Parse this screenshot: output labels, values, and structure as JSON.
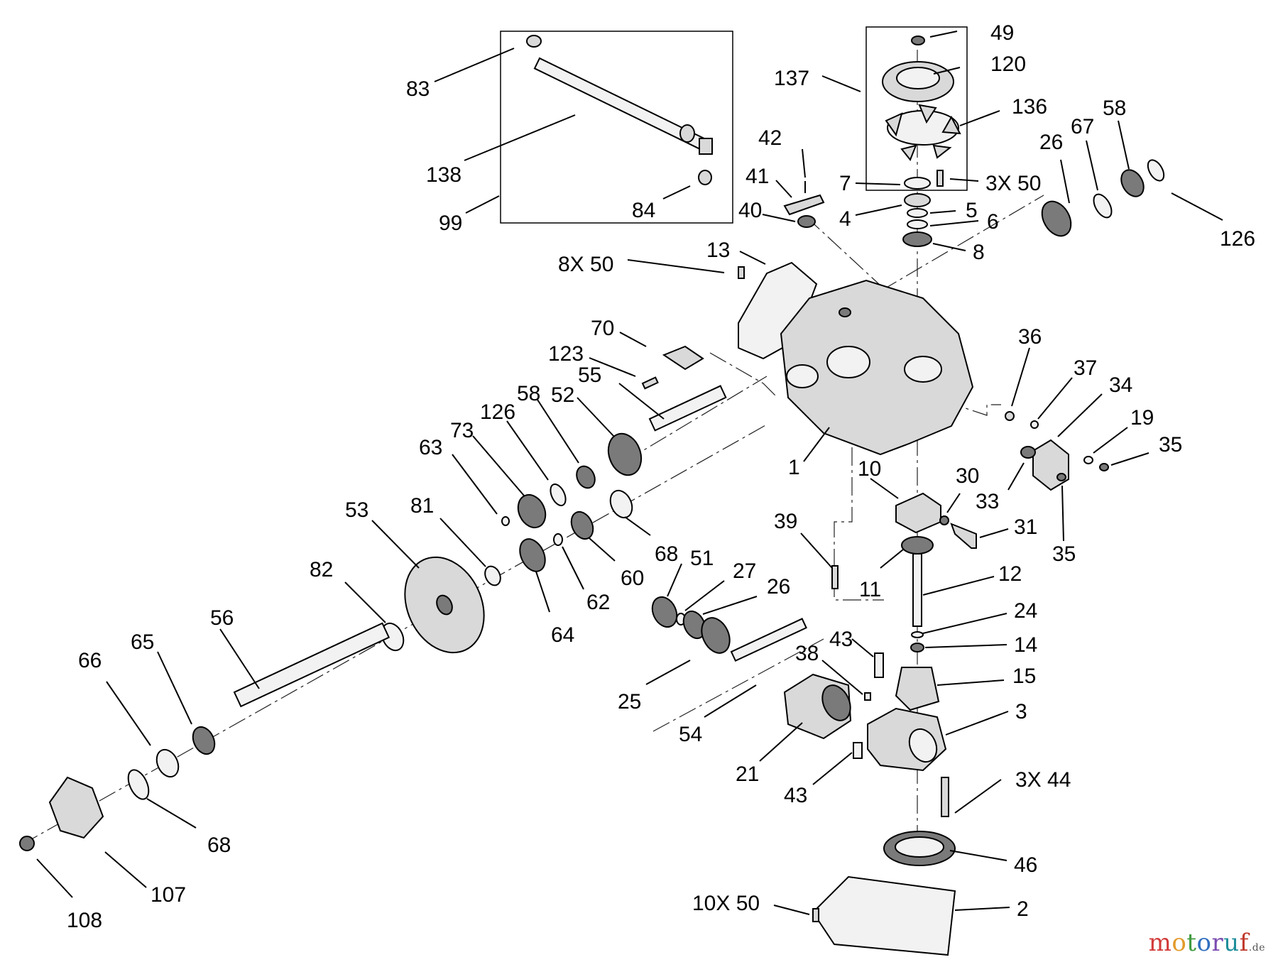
{
  "diagram": {
    "callouts": [
      {
        "id": "c49",
        "text": "49"
      },
      {
        "id": "c120",
        "text": "120"
      },
      {
        "id": "c137",
        "text": "137"
      },
      {
        "id": "c136",
        "text": "136"
      },
      {
        "id": "c3x50a",
        "text": "3X 50"
      },
      {
        "id": "c7",
        "text": "7"
      },
      {
        "id": "c4",
        "text": "4"
      },
      {
        "id": "c5",
        "text": "5"
      },
      {
        "id": "c6",
        "text": "6"
      },
      {
        "id": "c8",
        "text": "8"
      },
      {
        "id": "c42",
        "text": "42"
      },
      {
        "id": "c41",
        "text": "41"
      },
      {
        "id": "c40",
        "text": "40"
      },
      {
        "id": "c83",
        "text": "83"
      },
      {
        "id": "c138",
        "text": "138"
      },
      {
        "id": "c99",
        "text": "99"
      },
      {
        "id": "c84",
        "text": "84"
      },
      {
        "id": "c13",
        "text": "13"
      },
      {
        "id": "c8x50",
        "text": "8X 50"
      },
      {
        "id": "c26a",
        "text": "26"
      },
      {
        "id": "c67",
        "text": "67"
      },
      {
        "id": "c58a",
        "text": "58"
      },
      {
        "id": "c126a",
        "text": "126"
      },
      {
        "id": "c70",
        "text": "70"
      },
      {
        "id": "c123",
        "text": "123"
      },
      {
        "id": "c55",
        "text": "55"
      },
      {
        "id": "c58b",
        "text": "58"
      },
      {
        "id": "c52",
        "text": "52"
      },
      {
        "id": "c126b",
        "text": "126"
      },
      {
        "id": "c73",
        "text": "73"
      },
      {
        "id": "c63",
        "text": "63"
      },
      {
        "id": "c36",
        "text": "36"
      },
      {
        "id": "c37",
        "text": "37"
      },
      {
        "id": "c34",
        "text": "34"
      },
      {
        "id": "c19",
        "text": "19"
      },
      {
        "id": "c35a",
        "text": "35"
      },
      {
        "id": "c33",
        "text": "33"
      },
      {
        "id": "c35b",
        "text": "35"
      },
      {
        "id": "c1",
        "text": "1"
      },
      {
        "id": "c10",
        "text": "10"
      },
      {
        "id": "c30",
        "text": "30"
      },
      {
        "id": "c31",
        "text": "31"
      },
      {
        "id": "c53",
        "text": "53"
      },
      {
        "id": "c81",
        "text": "81"
      },
      {
        "id": "c68a",
        "text": "68"
      },
      {
        "id": "c60",
        "text": "60"
      },
      {
        "id": "c62",
        "text": "62"
      },
      {
        "id": "c64",
        "text": "64"
      },
      {
        "id": "c82",
        "text": "82"
      },
      {
        "id": "c51",
        "text": "51"
      },
      {
        "id": "c27",
        "text": "27"
      },
      {
        "id": "c26b",
        "text": "26"
      },
      {
        "id": "c39",
        "text": "39"
      },
      {
        "id": "c11",
        "text": "11"
      },
      {
        "id": "c12",
        "text": "12"
      },
      {
        "id": "c24",
        "text": "24"
      },
      {
        "id": "c14",
        "text": "14"
      },
      {
        "id": "c15",
        "text": "15"
      },
      {
        "id": "c56",
        "text": "56"
      },
      {
        "id": "c66",
        "text": "66"
      },
      {
        "id": "c65",
        "text": "65"
      },
      {
        "id": "c25",
        "text": "25"
      },
      {
        "id": "c43a",
        "text": "43"
      },
      {
        "id": "c38",
        "text": "38"
      },
      {
        "id": "c54",
        "text": "54"
      },
      {
        "id": "c3",
        "text": "3"
      },
      {
        "id": "c21",
        "text": "21"
      },
      {
        "id": "c43b",
        "text": "43"
      },
      {
        "id": "c3x44",
        "text": "3X 44"
      },
      {
        "id": "c68b",
        "text": "68"
      },
      {
        "id": "c107",
        "text": "107"
      },
      {
        "id": "c108",
        "text": "108"
      },
      {
        "id": "c46",
        "text": "46"
      },
      {
        "id": "c10x50",
        "text": "10X 50"
      },
      {
        "id": "c2",
        "text": "2"
      }
    ]
  },
  "watermark": {
    "m": "m",
    "o1": "o",
    "t": "t",
    "o2": "o",
    "r": "r",
    "u": "u",
    "f": "f",
    "tld": ".de"
  }
}
